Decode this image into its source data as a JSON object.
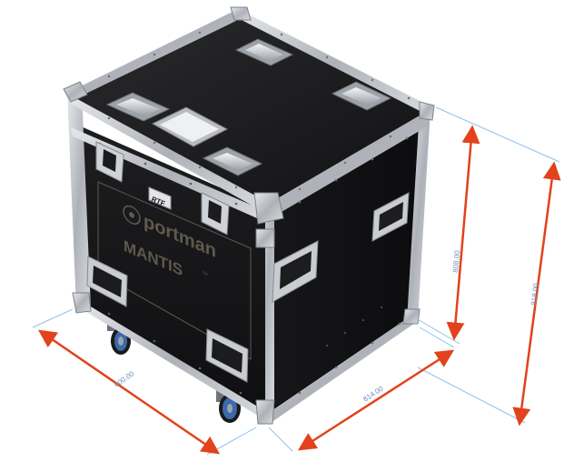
{
  "case": {
    "brand_badge": "RTF",
    "logo_primary": "portman",
    "logo_secondary": "MANTIS",
    "logo_tm": "™"
  },
  "dimensions": {
    "depth": "600.00",
    "width": "814.00",
    "height_body": "808.00",
    "height_total": "818.00"
  },
  "colors": {
    "case_body": "#1b1b1d",
    "aluminium": "#b9bcc1",
    "dimension_arrow": "#e2421c",
    "extension_line": "#8fc0ec",
    "logo_ink": "#5f5a4d",
    "caster_wheel": "#3b6aa8"
  }
}
